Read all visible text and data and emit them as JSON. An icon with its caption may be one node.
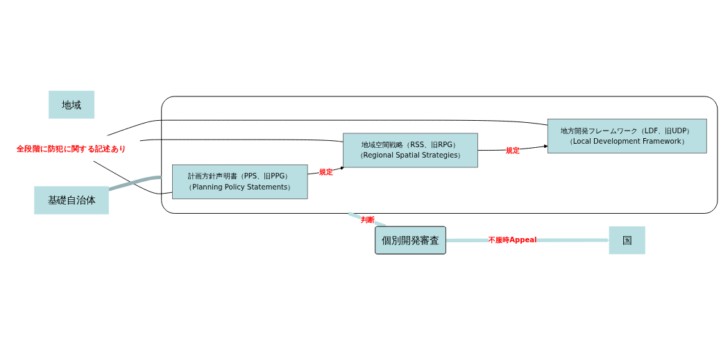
{
  "diagram": {
    "nodes": [
      {
        "text": [
          "国"
        ]
      },
      {
        "text": [
          "地域"
        ]
      },
      {
        "text": [
          "基礎自治体"
        ]
      },
      {
        "text": [],
        "shape": "box"
      },
      {
        "text": [
          "計画方針声明書（PPS、旧PPG）",
          "（Planning Policy Statements）"
        ],
        "in": 3
      },
      {
        "text": [
          "地域空間戦略（RSS、旧RPG）",
          "（Regional Spatial Strategies）"
        ],
        "in": 3
      },
      {
        "text": [
          "地方開発フレームワーク（LDF、旧UDP）",
          "（Local Development Framework）"
        ],
        "in": 3
      },
      {
        "text": [
          "個別開発審査"
        ]
      },
      {
        "text": [
          "全段階に防犯に関する記述あり"
        ]
      }
    ],
    "edges": [
      {
        "from": 4,
        "to": 5,
        "arrow": "to",
        "label": "規定"
      },
      {
        "from": 5,
        "to": 6,
        "arrow": "to",
        "label": "規定"
      },
      {
        "from": 8,
        "to": 4,
        "arrow": "none"
      },
      {
        "from": 8,
        "to": 5,
        "arrow": "none"
      },
      {
        "from": 8,
        "to": 6,
        "arrow": "none"
      },
      {
        "from": 2,
        "to": 3,
        "arrow": "none",
        "style": "thick",
        "color": "#95b1b3"
      },
      {
        "from": 3,
        "to": 7,
        "arrow": "to",
        "label": "判断",
        "style": "thick",
        "color": "#b9dfe2"
      },
      {
        "from": 7,
        "to": 0,
        "arrow": "to",
        "label": "不服時Appeal",
        "style": "thick",
        "color": "#b9dfe2"
      }
    ]
  }
}
